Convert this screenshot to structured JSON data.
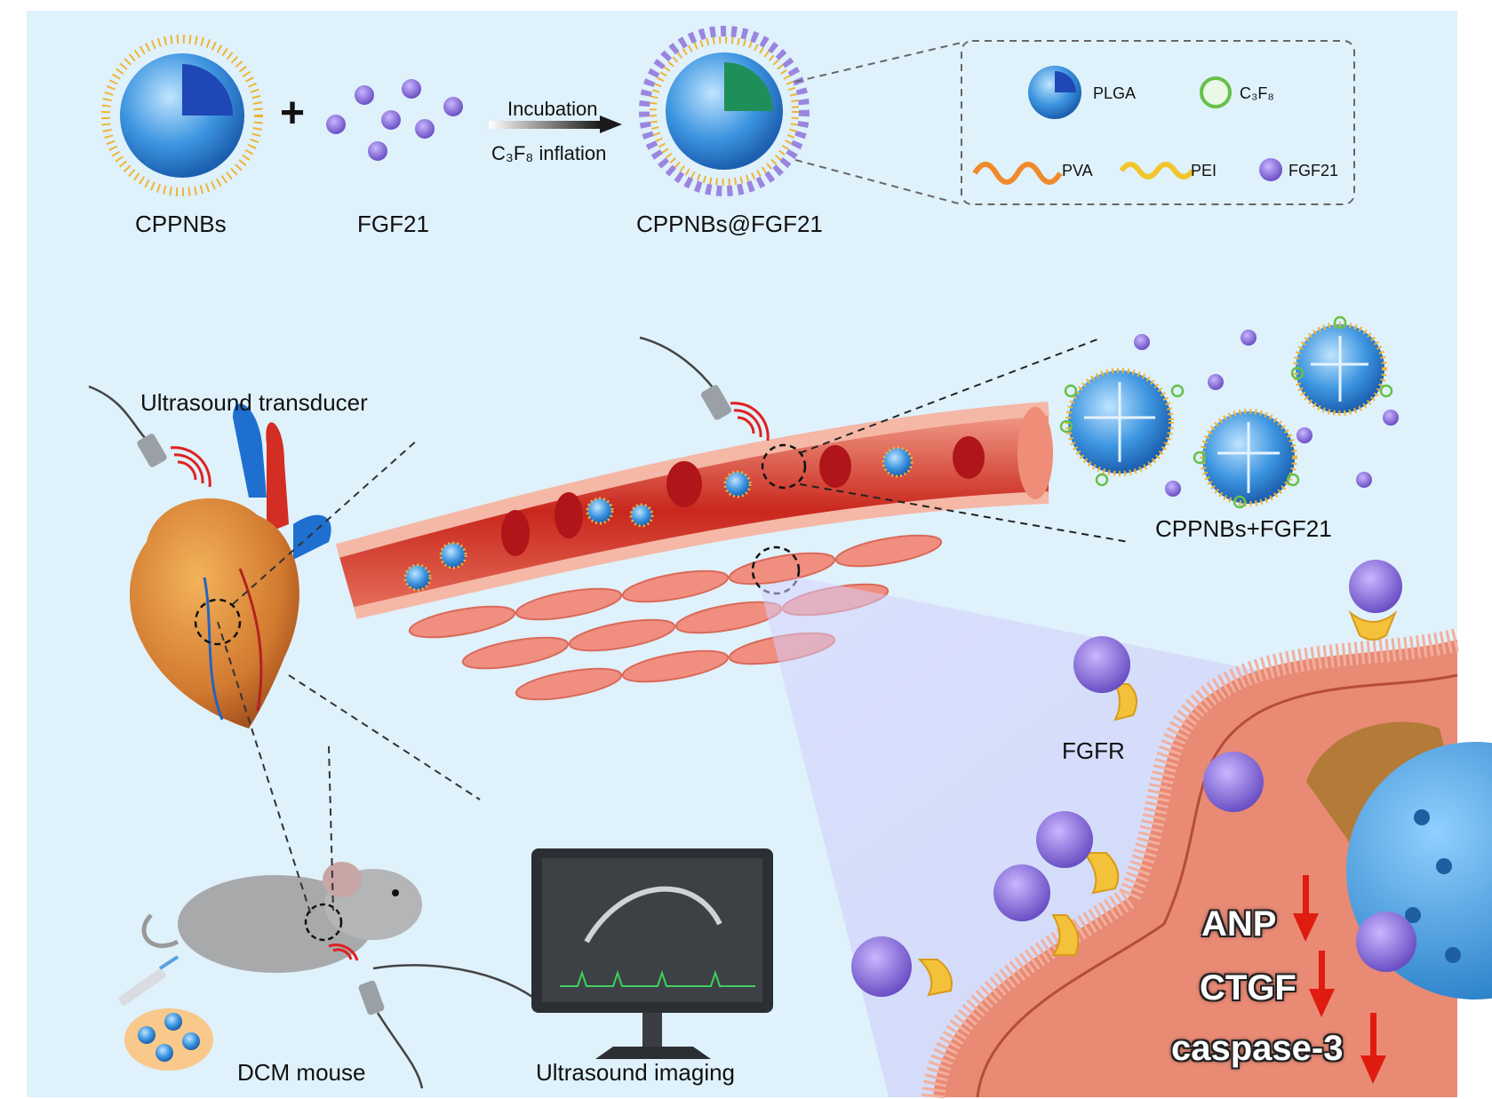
{
  "synthesis": {
    "label_cppnbs": "CPPNBs",
    "label_fgf21": "FGF21",
    "plus": "+",
    "arrow_top": "Incubation",
    "arrow_bottom": "C₃F₈ inflation",
    "label_product": "CPPNBs@FGF21"
  },
  "legend": {
    "plga": "PLGA",
    "c3f8": "C₃F₈",
    "pva": "PVA",
    "pei": "PEI",
    "fgf21": "FGF21"
  },
  "workflow": {
    "transducer": "Ultrasound transducer",
    "released": "CPPNBs+FGF21",
    "mouse": "DCM mouse",
    "imaging": "Ultrasound imaging",
    "receptor": "FGFR"
  },
  "markers": [
    "ANP",
    "CTGF",
    "caspase-3"
  ],
  "colors": {
    "background": "#dff1fb",
    "shell": "#2e86d6",
    "fgf21": "#8a6fd6",
    "vessel": "#d9473a",
    "arrow": "#e01b0f"
  }
}
